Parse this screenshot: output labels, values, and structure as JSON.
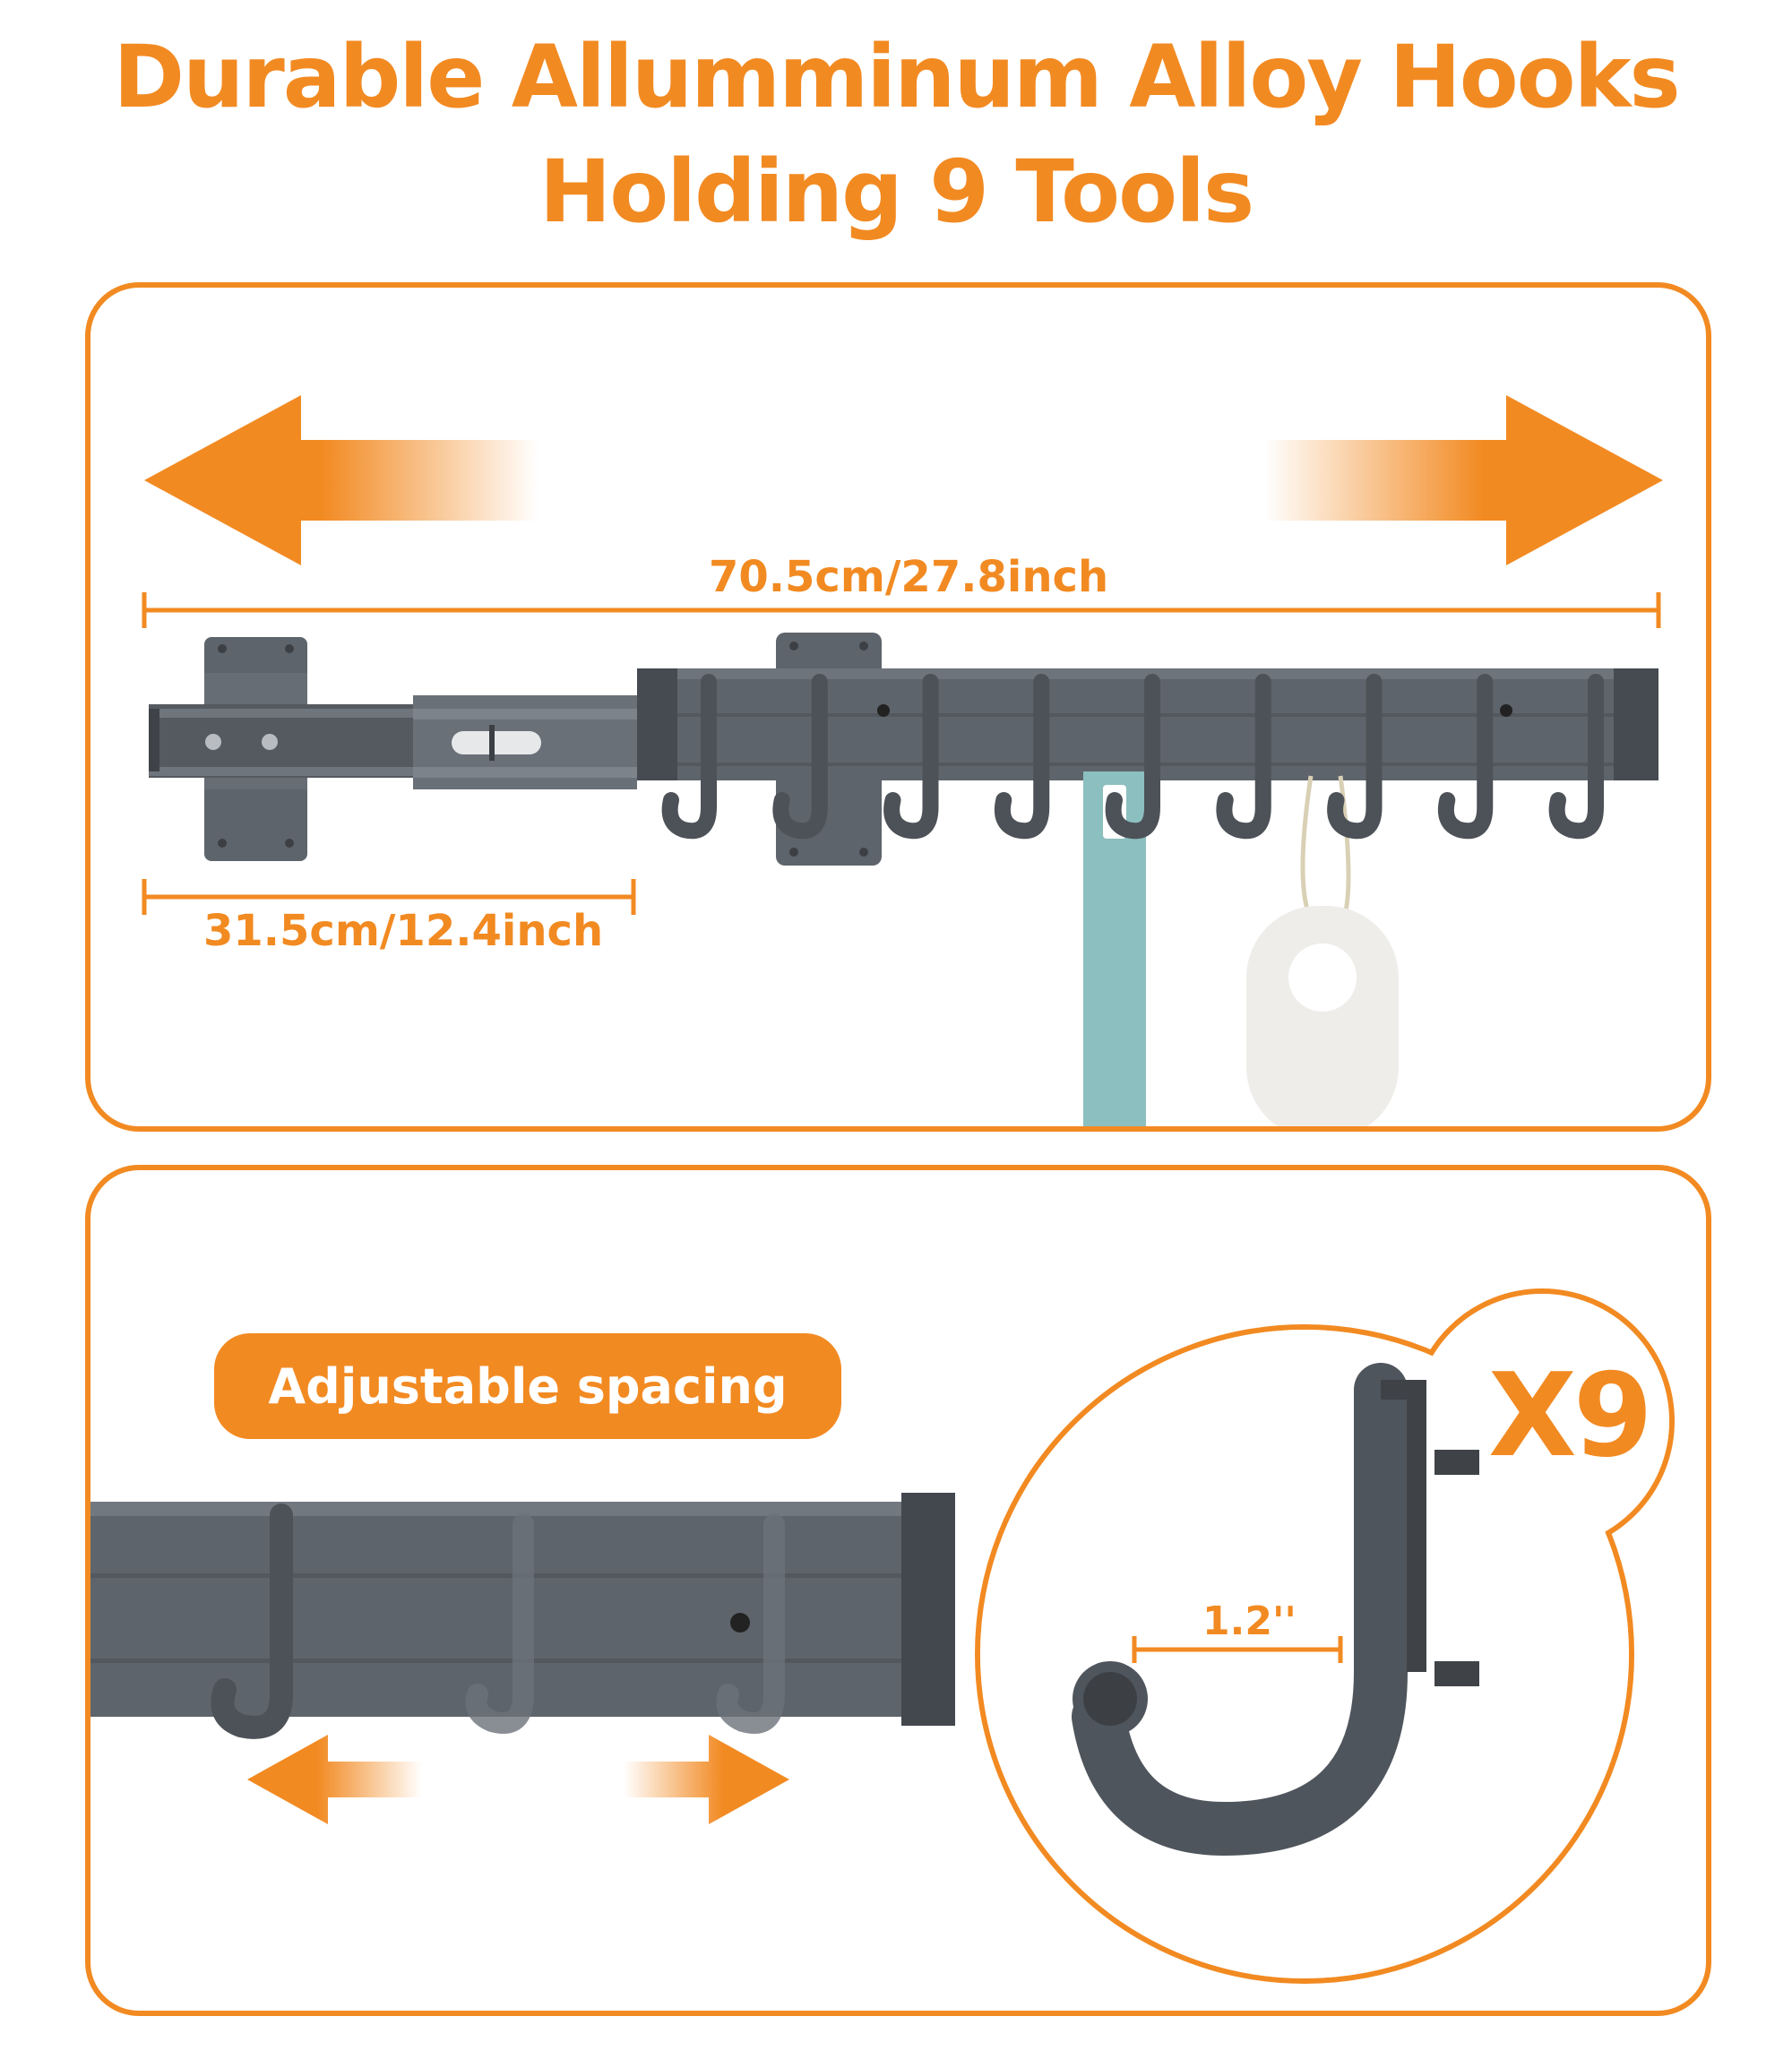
{
  "title": {
    "line1": "Durable Allumminum Alloy Hooks",
    "line2": "Holding 9 Tools"
  },
  "top_panel": {
    "total_length_label": "70.5cm/27.8inch",
    "collapsed_length_label": "31.5cm/12.4inch",
    "hook_count": 9
  },
  "bottom_panel": {
    "spacing_label": "Adjustable spacing",
    "hook_quantity_label": "X9",
    "hook_width_label": "1.2''"
  },
  "colors": {
    "accent": "#F28A22",
    "metal": "#5E646B",
    "metal_dark": "#454A50",
    "tool_handle": "#8CBFBF"
  },
  "icons": [
    "left-arrow-icon",
    "right-arrow-icon",
    "hook-icon"
  ]
}
